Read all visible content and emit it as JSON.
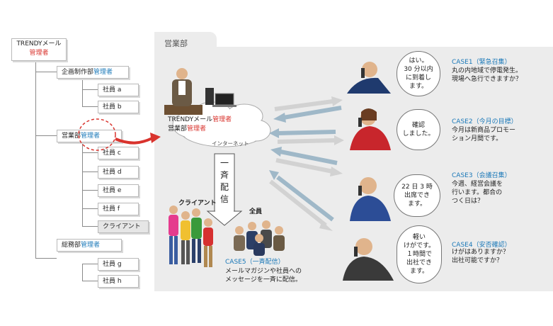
{
  "org": {
    "top": {
      "prefix": "TRENDYメール",
      "role": "管理者"
    },
    "planning": {
      "name": "企画制作部",
      "role": "管理者",
      "members": [
        "社員 a",
        "社員 b"
      ]
    },
    "sales": {
      "name": "営業部",
      "role": "管理者",
      "members": [
        "社員 c",
        "社員 d",
        "社員 e",
        "社員 f"
      ],
      "client": "クライアント"
    },
    "general": {
      "name": "総務部",
      "role": "管理者",
      "members": [
        "社員 g",
        "社員 h"
      ]
    }
  },
  "panel": {
    "title": "営業部",
    "cloud": {
      "line1_prefix": "TRENDYメール",
      "line1_role": "管理者",
      "line2_prefix": "営業部",
      "line2_role": "管理者",
      "label": "インターネット"
    },
    "broadcast_label": "一斉配信",
    "client_label": "クライアント",
    "all_label": "全員",
    "case5": {
      "title": "CASE5（一斉配信）",
      "lines": [
        "メールマガジンや社員への",
        "メッセージを一斉に配信。"
      ]
    }
  },
  "cases": [
    {
      "title": "CASE1（緊急召集）",
      "lines": [
        "丸の内地域で停電発生。",
        "現場へ急行できますか？"
      ],
      "reply": [
        "はい。",
        "30 分以内",
        "に到着し",
        "ます。"
      ]
    },
    {
      "title": "CASE2（今月の目標）",
      "lines": [
        "今月は新商品プロモー",
        "ション月間です。"
      ],
      "reply": [
        "確認",
        "しました。"
      ]
    },
    {
      "title": "CASE3（会議召集）",
      "lines": [
        "今週、経営会議を",
        "行います。都合の",
        "つく日は？"
      ],
      "reply": [
        "22 日 3 時",
        "出席でき",
        "ます。"
      ]
    },
    {
      "title": "CASE4（安否確認）",
      "lines": [
        "けがはありますか？",
        "出社可能ですか？"
      ],
      "reply": [
        "軽い",
        "けがです。",
        "１時間で",
        "出社でき",
        "ます。"
      ]
    }
  ],
  "colors": {
    "accent": "#1a78b8",
    "red": "#d9332d",
    "panel": "#ececec",
    "arrow_blue": "#9fb8c8",
    "arrow_gray": "#d2d2d2"
  }
}
